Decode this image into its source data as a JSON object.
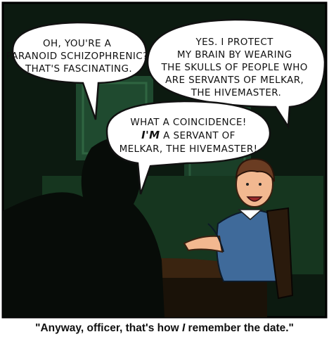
{
  "bubbles": {
    "left": {
      "line1": "OH, YOU'RE A",
      "line2": "PARANOID SCHIZOPHRENIC?",
      "line3": "THAT'S FASCINATING."
    },
    "right": {
      "line1": "YES. I PROTECT",
      "line2": "MY BRAIN BY WEARING",
      "line3": "THE SKULLS OF PEOPLE WHO",
      "line4": "ARE SERVANTS OF MELKAR,",
      "line5": "THE HIVEMASTER."
    },
    "middle": {
      "line1": "WHAT A COINCIDENCE!",
      "line2_emph": "I'M",
      "line2_rest": " A SERVANT OF",
      "line3": "MELKAR, THE HIVEMASTER!"
    }
  },
  "caption": {
    "before": "\"Anyway, officer, that's how ",
    "emph": "I",
    "after": " remember the date.\""
  },
  "colors": {
    "background": "#0c1a10",
    "wall_panel": "#1f4a2f",
    "shirt": "#3f6a9a",
    "skin": "#f2b890",
    "hair": "#6a3c22",
    "bottle": "#7fbf95"
  }
}
